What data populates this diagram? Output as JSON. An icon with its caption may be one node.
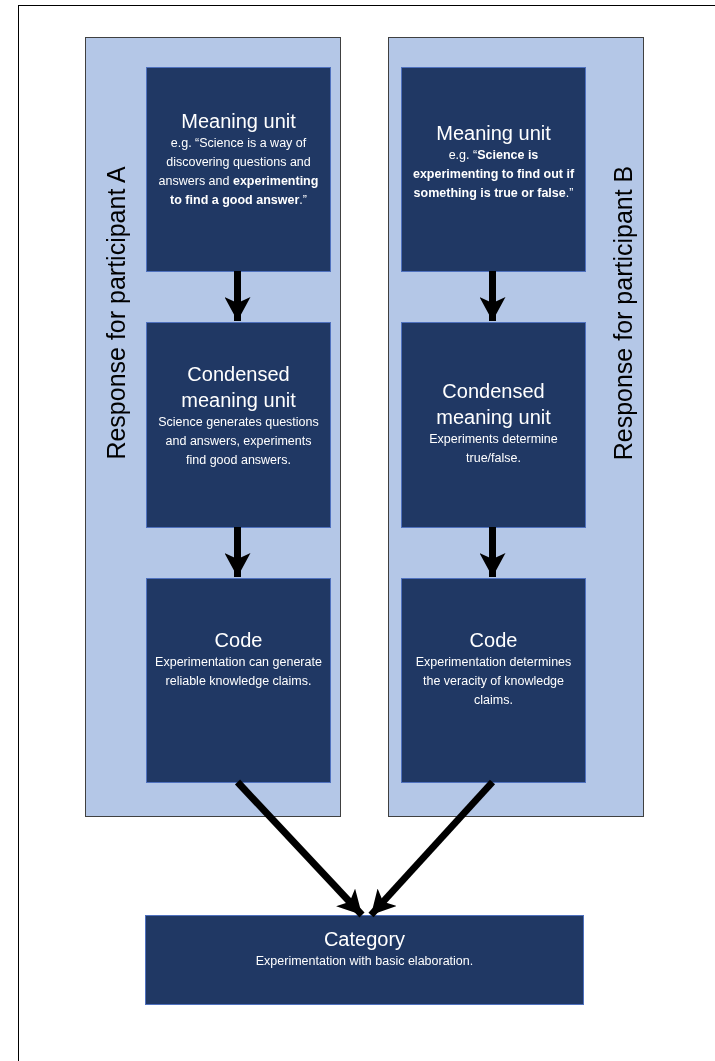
{
  "diagram": {
    "nodes": [
      {
        "text": [
          "Response for participant A"
        ]
      },
      {
        "text": [
          "Meaning unit",
          "e.g. “Science is a way of discovering questions and answers and **experimenting to find a good answer**.”"
        ],
        "in": 0
      },
      {
        "text": [
          "Condensed meaning unit",
          "Science generates questions and answers, experiments find good answers."
        ],
        "in": 0
      },
      {
        "text": [
          "Code",
          "Experimentation can generate reliable knowledge claims."
        ],
        "in": 0
      },
      {
        "text": [
          "Response for participant B"
        ]
      },
      {
        "text": [
          "Meaning unit",
          "e.g. “**Science is experimenting to find out if something is true or false**.”"
        ],
        "in": 4
      },
      {
        "text": [
          "Condensed meaning unit",
          "Experiments determine true/false."
        ],
        "in": 4
      },
      {
        "text": [
          "Code",
          "Experimentation determines the veracity of knowledge claims."
        ],
        "in": 4
      },
      {
        "text": [
          "Category",
          "Experimentation with basic elaboration."
        ]
      }
    ],
    "edges": [
      {
        "from": 1,
        "to": 2,
        "arrow": "to"
      },
      {
        "from": 2,
        "to": 3,
        "arrow": "to"
      },
      {
        "from": 5,
        "to": 6,
        "arrow": "to"
      },
      {
        "from": 6,
        "to": 7,
        "arrow": "to"
      },
      {
        "from": 3,
        "to": 8,
        "arrow": "to"
      },
      {
        "from": 7,
        "to": 8,
        "arrow": "to"
      }
    ]
  }
}
